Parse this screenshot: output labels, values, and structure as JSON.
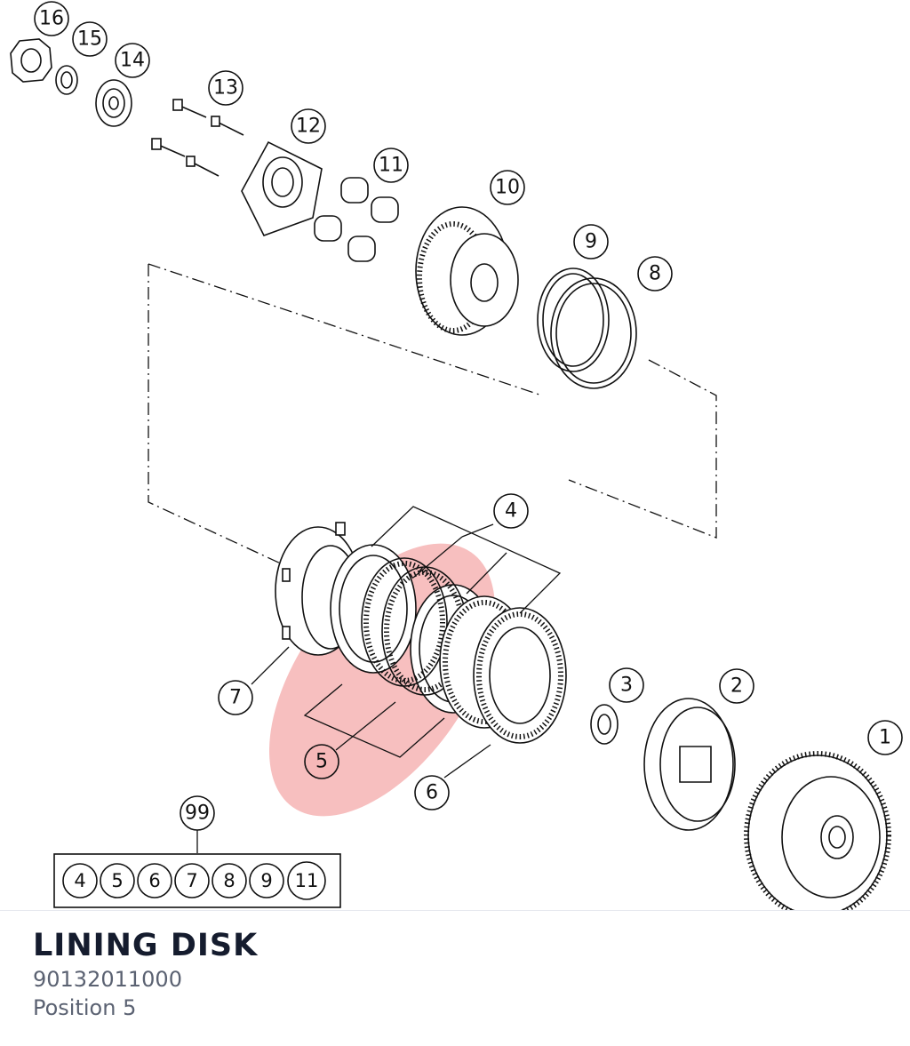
{
  "part": {
    "title": "LINING DISK",
    "number": "90132011000",
    "position_label": "Position 5"
  },
  "diagram": {
    "highlight_color": "#f08a8a",
    "callouts": [
      "1",
      "2",
      "3",
      "4",
      "5",
      "6",
      "7",
      "8",
      "9",
      "10",
      "11",
      "12",
      "13",
      "14",
      "15",
      "16"
    ],
    "kit": {
      "label": "99",
      "items": [
        "4",
        "5",
        "6",
        "7",
        "8",
        "9",
        "11"
      ]
    }
  }
}
